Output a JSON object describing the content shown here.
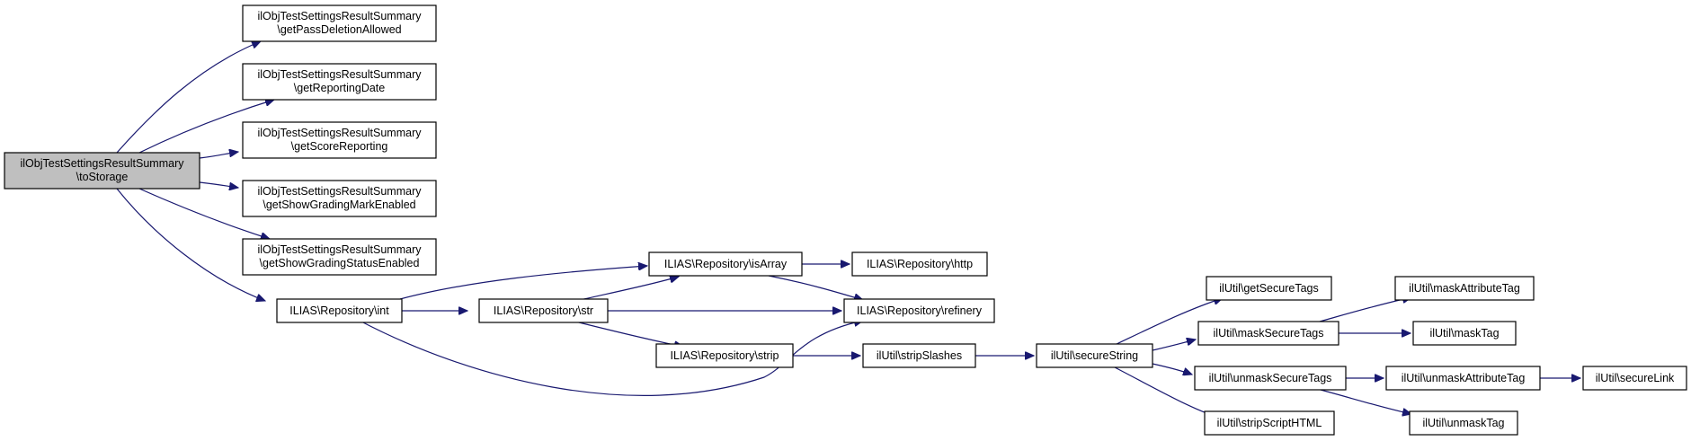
{
  "colors": {
    "edge": "#191970",
    "root_fill": "#bfbfbf",
    "node_fill": "#ffffff",
    "node_border": "#000000"
  },
  "nodes": {
    "root": {
      "line1": "ilObjTestSettingsResultSummary",
      "line2": "\\toStorage"
    },
    "getPassDeletionAllowed": {
      "line1": "ilObjTestSettingsResultSummary",
      "line2": "\\getPassDeletionAllowed"
    },
    "getReportingDate": {
      "line1": "ilObjTestSettingsResultSummary",
      "line2": "\\getReportingDate"
    },
    "getScoreReporting": {
      "line1": "ilObjTestSettingsResultSummary",
      "line2": "\\getScoreReporting"
    },
    "getShowGradingMarkEnabled": {
      "line1": "ilObjTestSettingsResultSummary",
      "line2": "\\getShowGradingMarkEnabled"
    },
    "getShowGradingStatusEnabled": {
      "line1": "ilObjTestSettingsResultSummary",
      "line2": "\\getShowGradingStatusEnabled"
    },
    "int": {
      "line1": "ILIAS\\Repository\\int"
    },
    "isArray": {
      "line1": "ILIAS\\Repository\\isArray"
    },
    "str": {
      "line1": "ILIAS\\Repository\\str"
    },
    "strip": {
      "line1": "ILIAS\\Repository\\strip"
    },
    "http": {
      "line1": "ILIAS\\Repository\\http"
    },
    "refinery": {
      "line1": "ILIAS\\Repository\\refinery"
    },
    "stripSlashes": {
      "line1": "ilUtil\\stripSlashes"
    },
    "secureString": {
      "line1": "ilUtil\\secureString"
    },
    "getSecureTags": {
      "line1": "ilUtil\\getSecureTags"
    },
    "maskSecureTags": {
      "line1": "ilUtil\\maskSecureTags"
    },
    "unmaskSecureTags": {
      "line1": "ilUtil\\unmaskSecureTags"
    },
    "stripScriptHTML": {
      "line1": "ilUtil\\stripScriptHTML"
    },
    "maskAttributeTag": {
      "line1": "ilUtil\\maskAttributeTag"
    },
    "maskTag": {
      "line1": "ilUtil\\maskTag"
    },
    "unmaskAttributeTag": {
      "line1": "ilUtil\\unmaskAttributeTag"
    },
    "unmaskTag": {
      "line1": "ilUtil\\unmaskTag"
    },
    "secureLink": {
      "line1": "ilUtil\\secureLink"
    }
  }
}
